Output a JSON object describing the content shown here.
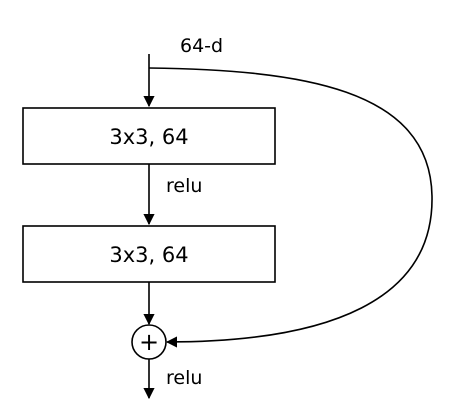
{
  "diagram": {
    "input_label": "64-d",
    "layers": [
      {
        "label": "3x3, 64"
      },
      {
        "label": "3x3, 64"
      }
    ],
    "mid_activation": "relu",
    "output_activation": "relu",
    "sum_symbol": "+"
  }
}
